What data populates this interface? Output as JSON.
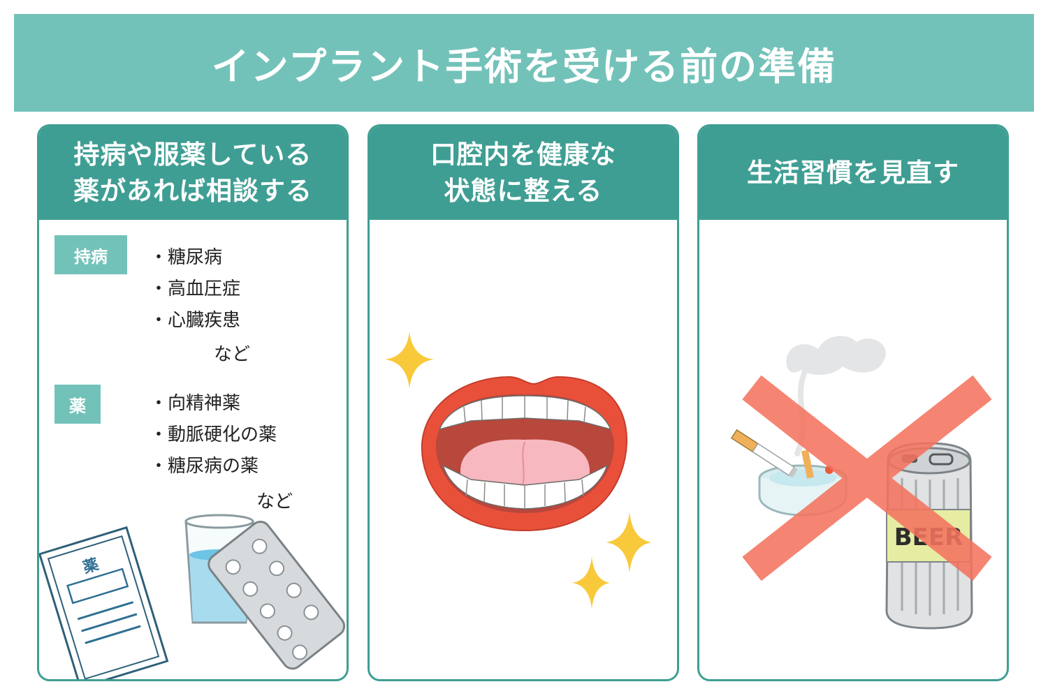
{
  "title": "インプラント手術を受ける前の準備",
  "cards": [
    {
      "heading": [
        "持病や服薬している",
        "薬があれば相談する"
      ],
      "sections": [
        {
          "tag": "持病",
          "items": [
            "糖尿病",
            "高血圧症",
            "心臓疾患"
          ],
          "suffix": "など"
        },
        {
          "tag": "薬",
          "items": [
            "向精神薬",
            "動脈硬化の薬",
            "糖尿病の薬"
          ],
          "suffix": "など"
        }
      ],
      "illustration_label": "薬",
      "icons": [
        "medicine-envelope-icon",
        "water-glass-icon",
        "pill-blister-icon"
      ]
    },
    {
      "heading": [
        "口腔内を健康な",
        "状態に整える"
      ],
      "icons": [
        "open-mouth-icon",
        "sparkle-icon"
      ]
    },
    {
      "heading": [
        "生活習慣を見直す"
      ],
      "can_label": "BEER",
      "icons": [
        "ashtray-icon",
        "cigarette-icon",
        "beer-can-icon",
        "cross-mark-icon"
      ]
    }
  ],
  "colors": {
    "banner": "#73c2b9",
    "card_header": "#3f9e93",
    "tag": "#73c2b9",
    "cross": "#f4745f",
    "sparkle": "#f8c93b",
    "lips": "#e9503a"
  }
}
